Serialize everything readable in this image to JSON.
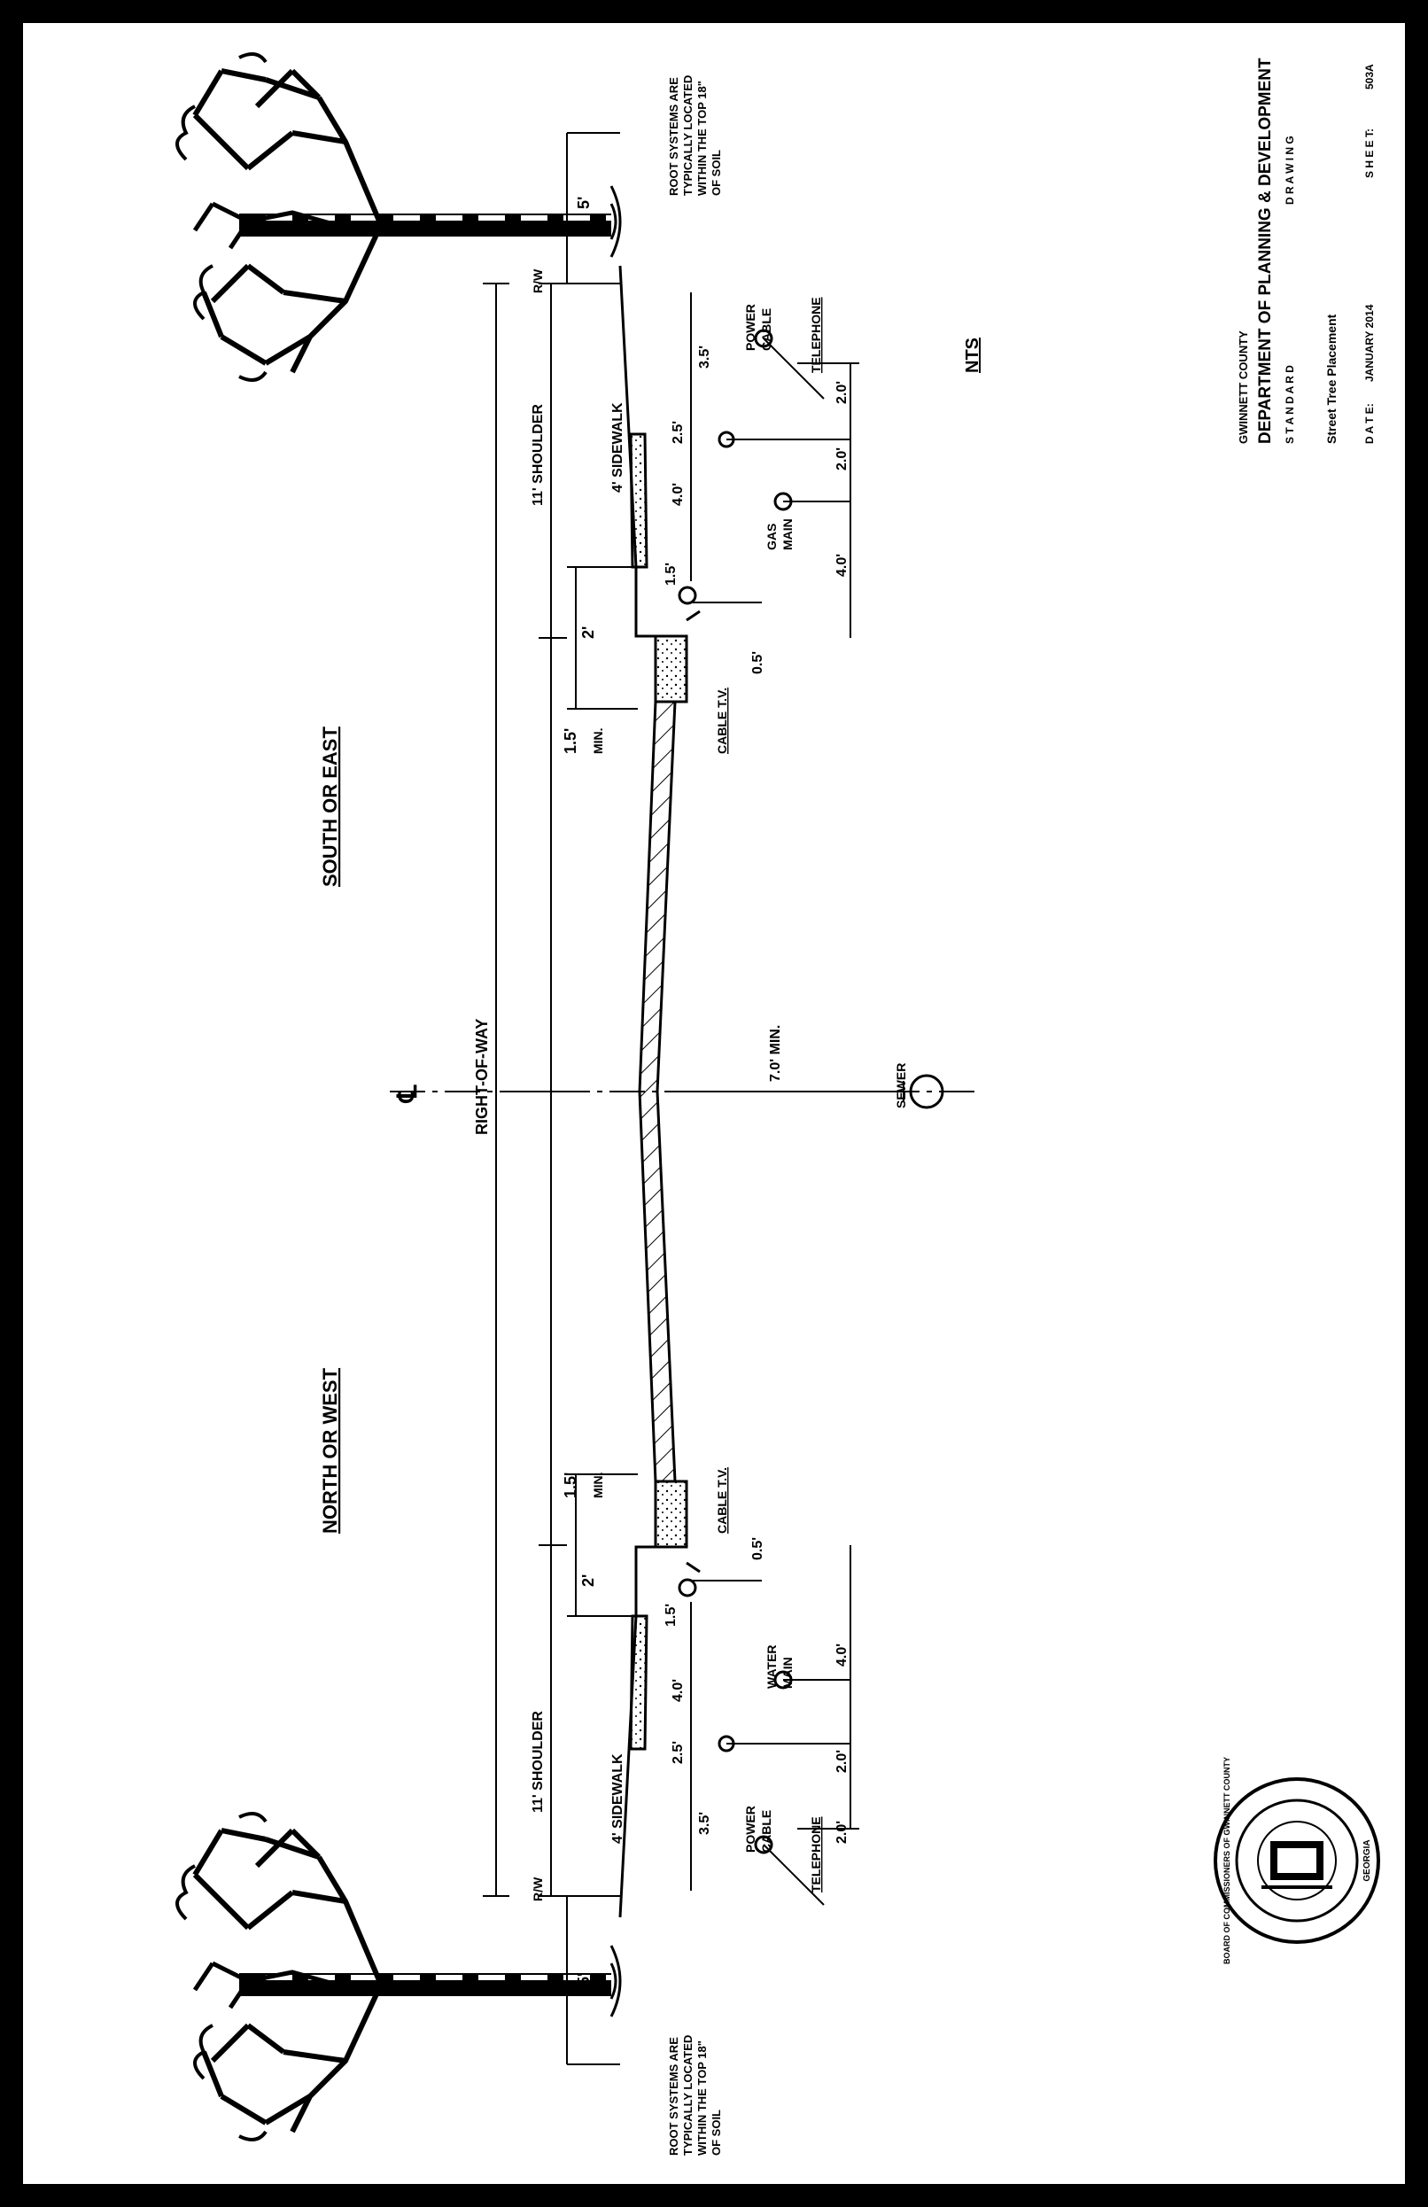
{
  "sheet": {
    "south_label": "SOUTH OR EAST",
    "north_label": "NORTH OR WEST",
    "nts": "NTS",
    "centerline_symbol": "℄"
  },
  "labels": {
    "right_of_way": "RIGHT-OF-WAY",
    "shoulder": "11' SHOULDER",
    "sidewalk": "4' SIDEWALK",
    "rw": "R/W",
    "min": "MIN.",
    "cable_tv": "CABLE T.V.",
    "power_cable_1": "POWER",
    "power_cable_2": "CABLE",
    "telephone": "TELEPHONE",
    "gas_1": "GAS",
    "gas_2": "MAIN",
    "water_1": "WATER",
    "water_2": "MAIN",
    "sewer": "SEWER",
    "seven_min": "7.0' MIN.",
    "roots_1": "ROOT SYSTEMS ARE",
    "roots_2": "TYPICALLY LOCATED",
    "roots_3": "WITHIN THE TOP 18\"",
    "roots_4": "OF SOIL"
  },
  "dims": {
    "d5": "5'",
    "d2": "2'",
    "d1_5": "1.5'",
    "d3_5": "3.5'",
    "d2_5": "2.5'",
    "d4_0": "4.0'",
    "d2_0": "2.0'",
    "d0_5": "0.5'"
  },
  "title_block": {
    "county": "GWINNETT COUNTY",
    "department": "DEPARTMENT OF PLANNING & DEVELOPMENT",
    "standard": "S T A N D A R D",
    "drawing": "D R A W I N G",
    "title": "Street Tree Placement",
    "date_label": "D A T E:",
    "date": "JANUARY 2014",
    "sheet_label": "S H E E T:",
    "sheet": "503A",
    "seal_top": "BOARD OF COMMISSIONERS OF GWINNETT COUNTY",
    "seal_bottom": "GEORGIA"
  }
}
